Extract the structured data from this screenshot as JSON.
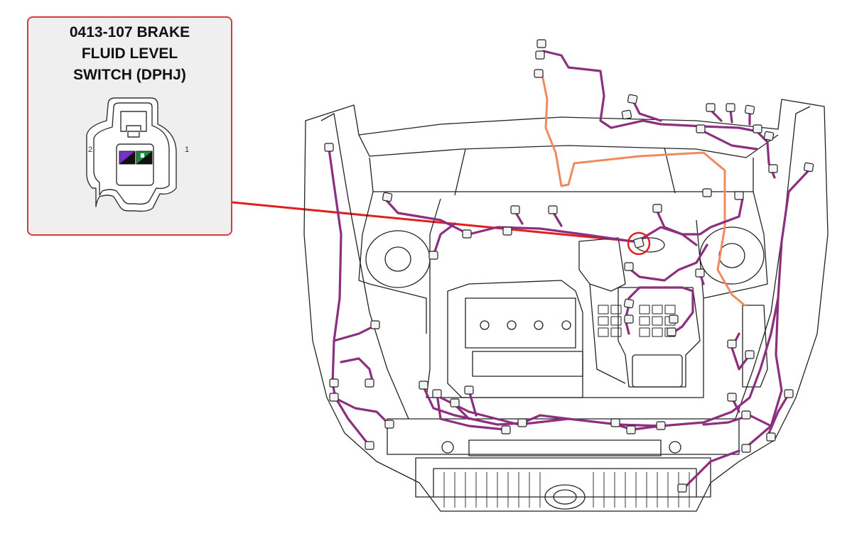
{
  "callout": {
    "title_lines": [
      "0413-107 BRAKE",
      "FLUID LEVEL",
      "SWITCH (DPHJ)"
    ],
    "pin_left": "2",
    "pin_right": "1"
  },
  "colors": {
    "harness": "#8b2f7e",
    "harness_alt": "#f08a5e",
    "highlight": "#e0201f",
    "wire_violet": "#7a2fc7",
    "wire_green": "#1e8a3b",
    "outline": "#222222"
  },
  "icons": [
    "connector-icon",
    "callout-highlight-ring"
  ]
}
